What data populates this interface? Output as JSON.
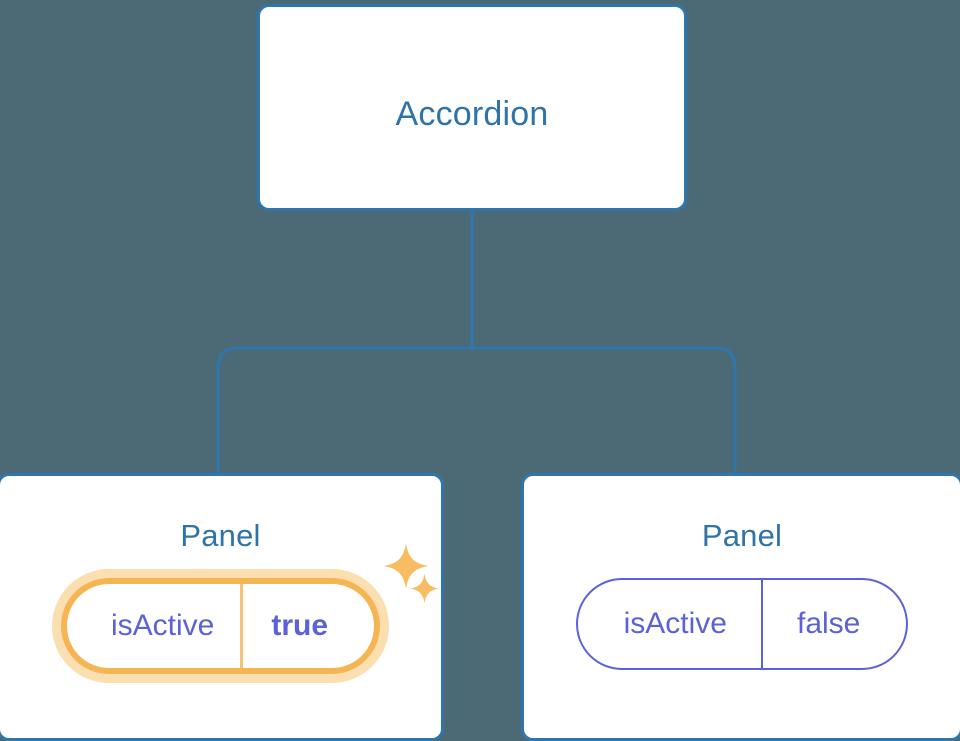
{
  "diagram": {
    "background_color": "#4c6a75",
    "node_border_color": "#2d76ae",
    "node_title_color": "#2e74a8",
    "connector_color": "#2d76ae",
    "prop_color": "#5b62d6",
    "highlight_color": "#f5b553",
    "highlight_glow_color": "#fbdfb0"
  },
  "root": {
    "title": "Accordion"
  },
  "panels": [
    {
      "title": "Panel",
      "highlighted": true,
      "prop": {
        "key": "isActive",
        "value": "true"
      },
      "sparkles": [
        "sparkle-large-icon",
        "sparkle-small-icon"
      ]
    },
    {
      "title": "Panel",
      "highlighted": false,
      "prop": {
        "key": "isActive",
        "value": "false"
      }
    }
  ]
}
